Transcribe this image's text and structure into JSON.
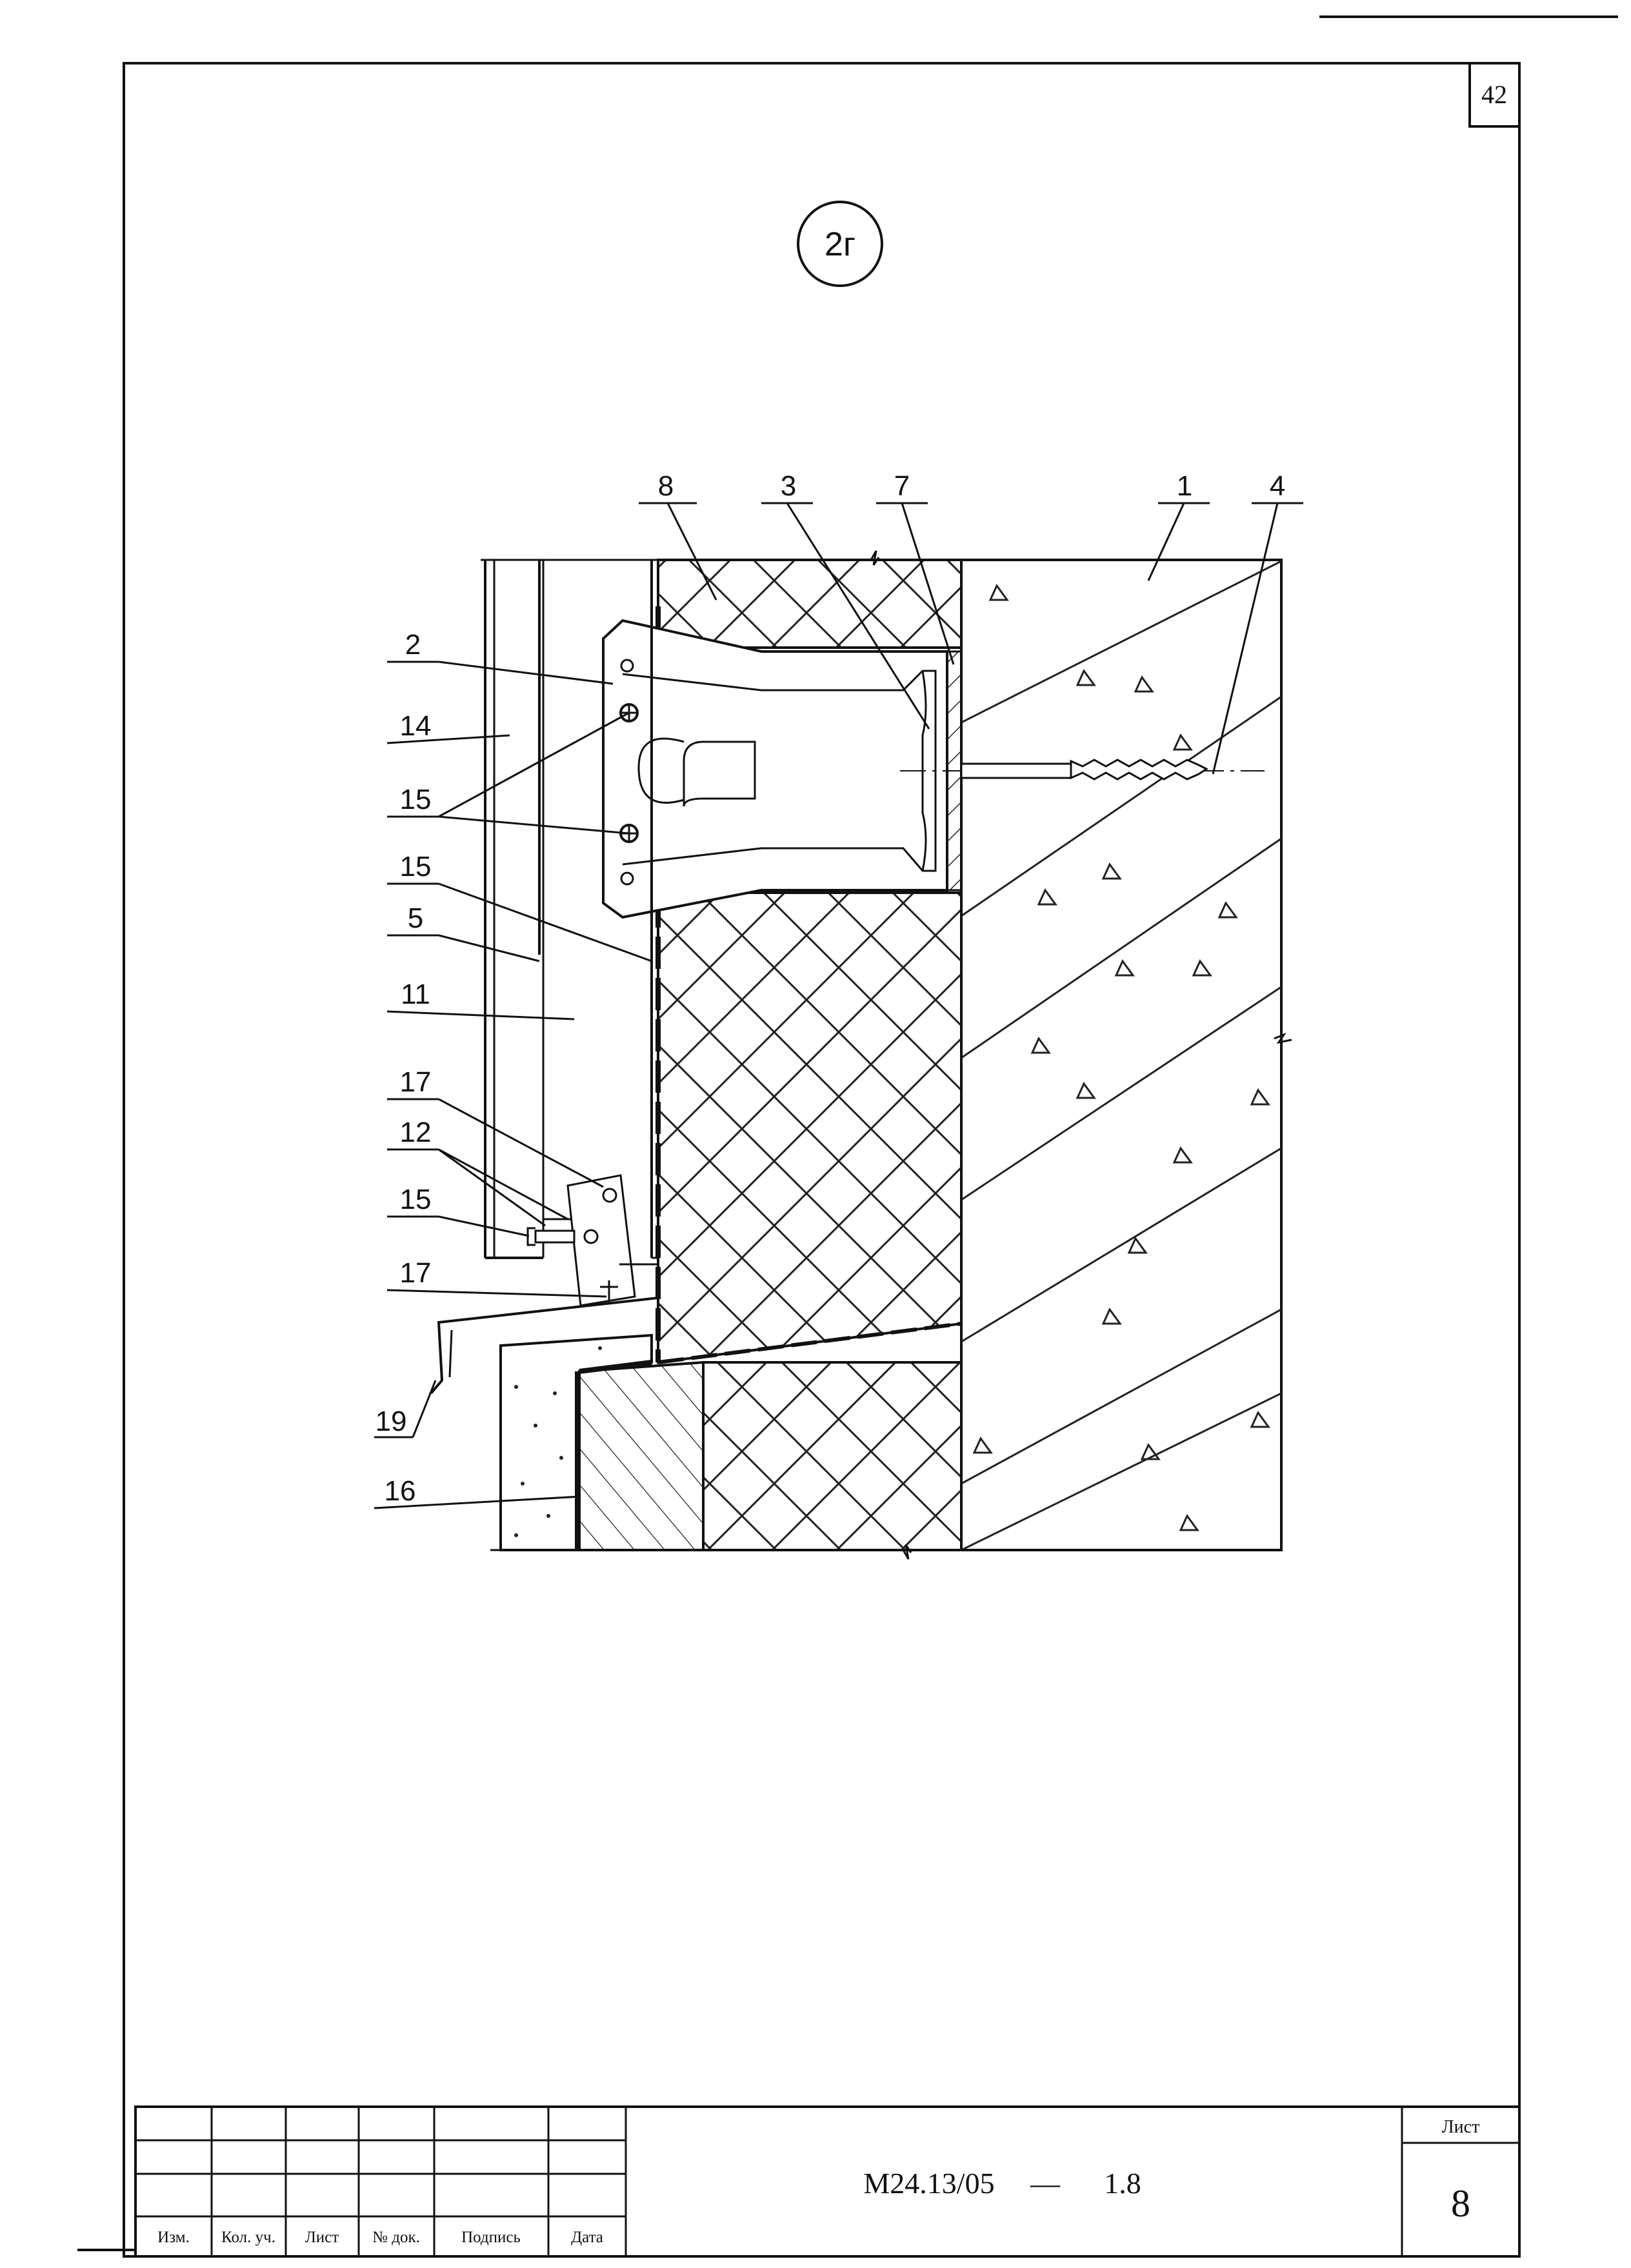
{
  "sheet": {
    "corner_number": "42",
    "view_marker": "2г"
  },
  "drawing": {
    "callouts": {
      "c1": "1",
      "c2": "2",
      "c3": "3",
      "c4": "4",
      "c5": "5",
      "c7": "7",
      "c8": "8",
      "c11": "11",
      "c12": "12",
      "c14": "14",
      "c15a": "15",
      "c15b": "15",
      "c15c": "15",
      "c16": "16",
      "c17a": "17",
      "c17b": "17",
      "c19": "19"
    }
  },
  "title_block": {
    "headers": {
      "izm": "Изм.",
      "kol_uch": "Кол. уч.",
      "list": "Лист",
      "doc_no": "№ док.",
      "signature": "Подпись",
      "date": "Дата"
    },
    "designation": "М24.13/05",
    "dash": "—",
    "section": "1.8",
    "sheet_label": "Лист",
    "sheet_number": "8"
  }
}
